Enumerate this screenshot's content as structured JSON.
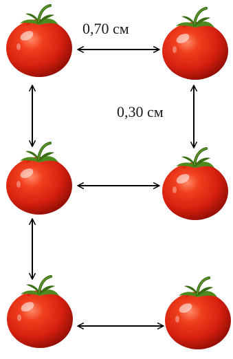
{
  "diagram": {
    "labels": {
      "horizontal_spacing": "0,70 см",
      "vertical_spacing": "0,30 см"
    },
    "colors": {
      "tomato_main": "#d8200f",
      "tomato_dark": "#8e0d05",
      "tomato_highlight": "#ff8a6a",
      "stem": "#4f8a1e",
      "stem_dark": "#2f5c10",
      "arrow": "#000000"
    },
    "items": [
      {
        "type": "tomato",
        "icon": "tomato-icon"
      },
      {
        "type": "tomato",
        "icon": "tomato-icon"
      },
      {
        "type": "tomato",
        "icon": "tomato-icon"
      },
      {
        "type": "tomato",
        "icon": "tomato-icon"
      },
      {
        "type": "tomato",
        "icon": "tomato-icon"
      },
      {
        "type": "tomato",
        "icon": "tomato-icon"
      }
    ]
  }
}
